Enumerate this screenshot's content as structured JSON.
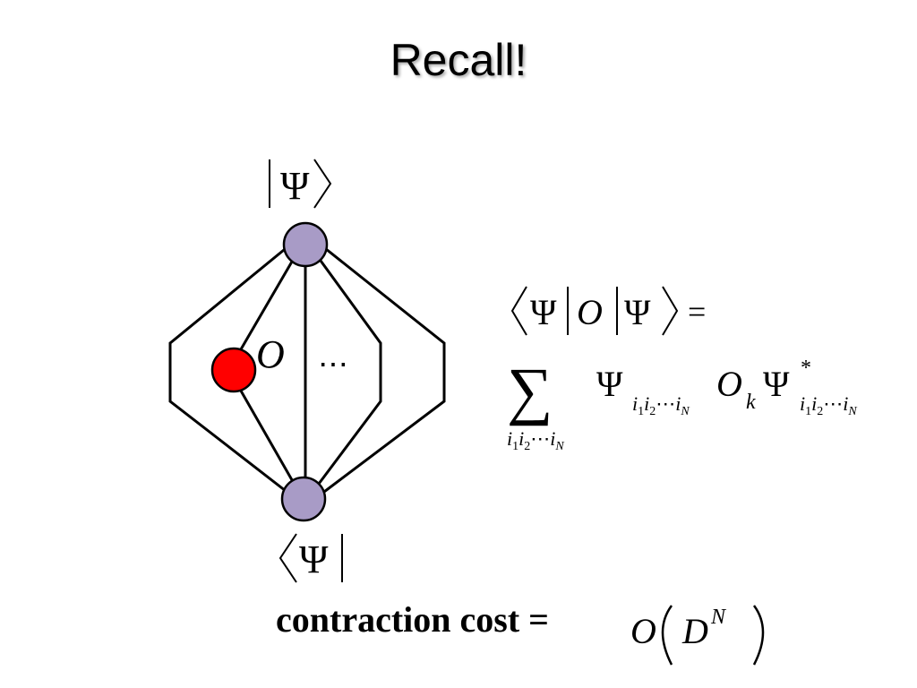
{
  "slide": {
    "title": "Recall!"
  },
  "diagram": {
    "ket_label": "Ψ",
    "bra_label": "Ψ",
    "operator_label": "O",
    "ellipsis": "⋯",
    "colors": {
      "tensor_node": "#a89bc6",
      "operator_node": "#ff0000",
      "lines": "#000000"
    }
  },
  "equation": {
    "expectation": "⟨Ψ|O|Ψ⟩ =",
    "sum_symbol": "∑",
    "sum_index": "i1i2⋯iN",
    "term": "Ψ i1i2⋯iN O k Ψ* i1i2⋯iN"
  },
  "cost": {
    "label": "contraction cost =",
    "formula": "O(D^N)"
  }
}
